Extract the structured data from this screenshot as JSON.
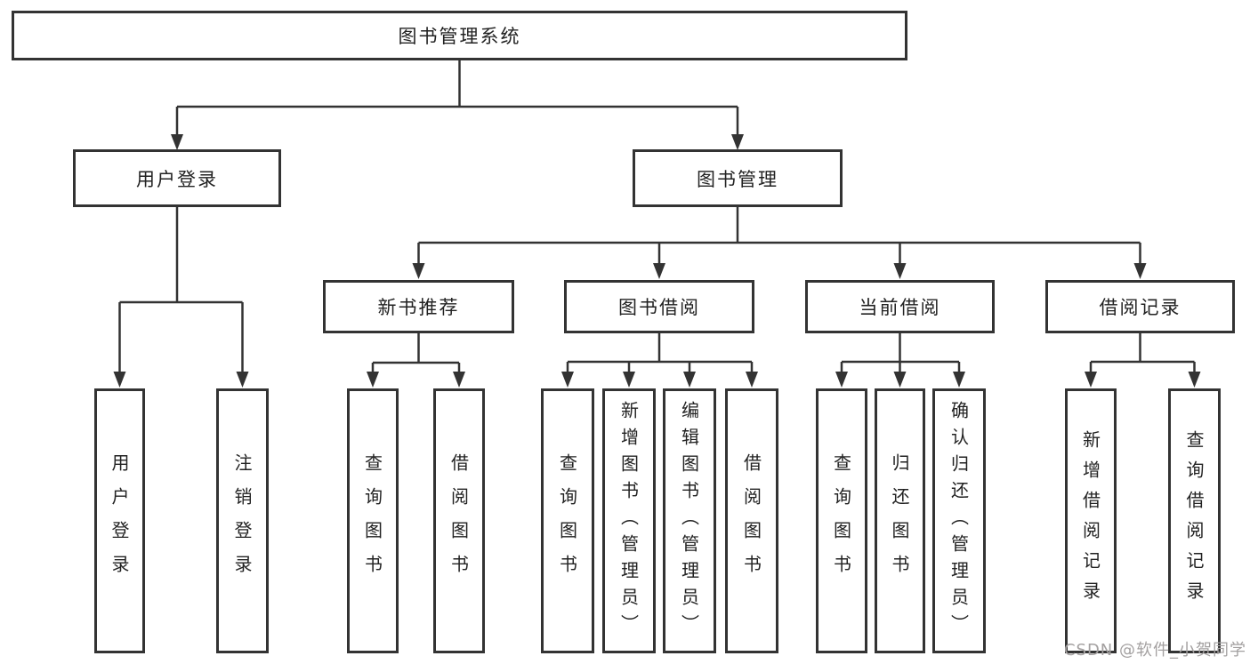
{
  "diagram_type": "hierarchy-tree",
  "tree": {
    "label": "图书管理系统",
    "children": [
      {
        "label": "用户登录",
        "children": [
          {
            "label": "用户登录"
          },
          {
            "label": "注销登录"
          }
        ]
      },
      {
        "label": "图书管理",
        "children": [
          {
            "label": "新书推荐",
            "children": [
              {
                "label": "查询图书"
              },
              {
                "label": "借阅图书"
              }
            ]
          },
          {
            "label": "图书借阅",
            "children": [
              {
                "label": "查询图书"
              },
              {
                "label": "新增图书（管理员）"
              },
              {
                "label": "编辑图书（管理员）"
              },
              {
                "label": "借阅图书"
              }
            ]
          },
          {
            "label": "当前借阅",
            "children": [
              {
                "label": "查询图书"
              },
              {
                "label": "归还图书"
              },
              {
                "label": "确认归还（管理员）"
              }
            ]
          },
          {
            "label": "借阅记录",
            "children": [
              {
                "label": "新增借阅记录"
              },
              {
                "label": "查询借阅记录"
              }
            ]
          }
        ]
      }
    ]
  },
  "watermark": "CSDN @软件_小贺同学",
  "colors": {
    "box_border": "#333333",
    "connector_line": "#333333",
    "text": "#222222",
    "background": "#ffffff",
    "watermark": "#a3a0a0"
  }
}
